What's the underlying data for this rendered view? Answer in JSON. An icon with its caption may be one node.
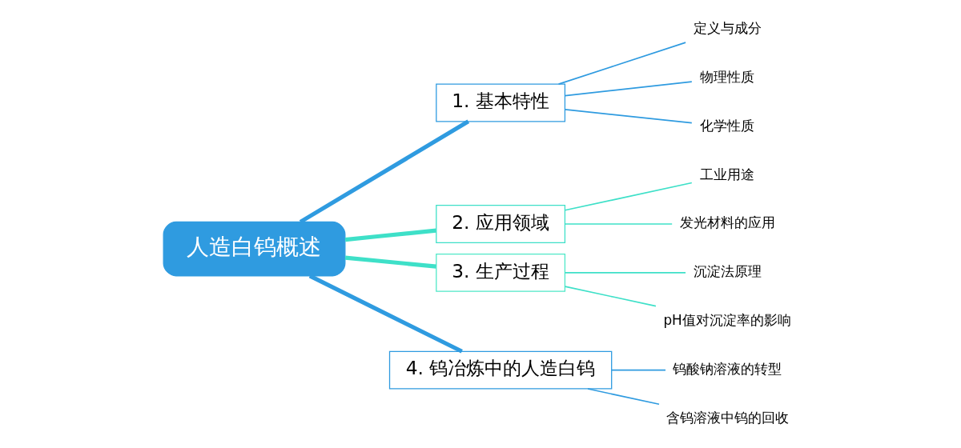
{
  "diagram": {
    "nodes": [
      {
        "text": [
          "人造白钨概述"
        ]
      },
      {
        "text": [
          "1. 基本特性"
        ]
      },
      {
        "text": [
          "2. 应用领域"
        ]
      },
      {
        "text": [
          "3. 生产过程"
        ]
      },
      {
        "text": [
          "4. 钨冶炼中的人造白钨"
        ]
      },
      {
        "text": [
          "定义与成分"
        ]
      },
      {
        "text": [
          "物理性质"
        ]
      },
      {
        "text": [
          "化学性质"
        ]
      },
      {
        "text": [
          "工业用途"
        ]
      },
      {
        "text": [
          "发光材料的应用"
        ]
      },
      {
        "text": [
          "沉淀法原理"
        ]
      },
      {
        "text": [
          "pH值对沉淀率的影响"
        ]
      },
      {
        "text": [
          "钨酸钠溶液的转型"
        ]
      },
      {
        "text": [
          "含钨溶液中钨的回收"
        ]
      }
    ],
    "edges": [
      {
        "from": 0,
        "to": 1,
        "arrow": "none",
        "style": "thick"
      },
      {
        "from": 0,
        "to": 2,
        "arrow": "none",
        "style": "thick",
        "color": "#3ee0c8"
      },
      {
        "from": 0,
        "to": 3,
        "arrow": "none",
        "style": "thick",
        "color": "#3ee0c8"
      },
      {
        "from": 0,
        "to": 4,
        "arrow": "none",
        "style": "thick"
      },
      {
        "from": 1,
        "to": 5,
        "arrow": "none"
      },
      {
        "from": 1,
        "to": 6,
        "arrow": "none"
      },
      {
        "from": 1,
        "to": 7,
        "arrow": "none"
      },
      {
        "from": 2,
        "to": 8,
        "arrow": "none",
        "color": "#3ee0c8"
      },
      {
        "from": 2,
        "to": 9,
        "arrow": "none",
        "color": "#3ee0c8"
      },
      {
        "from": 3,
        "to": 10,
        "arrow": "none",
        "color": "#3ee0c8"
      },
      {
        "from": 3,
        "to": 11,
        "arrow": "none",
        "color": "#3ee0c8"
      },
      {
        "from": 4,
        "to": 12,
        "arrow": "none"
      },
      {
        "from": 4,
        "to": 13,
        "arrow": "none"
      }
    ]
  }
}
